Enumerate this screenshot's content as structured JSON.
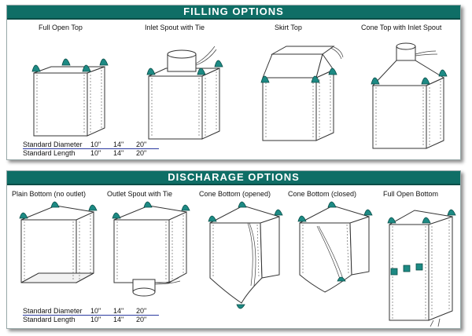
{
  "filling": {
    "title": "FILLING OPTIONS",
    "items": [
      {
        "label": "Full Open Top"
      },
      {
        "label": "Inlet Spout with Tie"
      },
      {
        "label": "Skirt Top"
      },
      {
        "label": "Cone Top with Inlet Spout"
      }
    ],
    "specs": {
      "diameter_label": "Standard Diameter",
      "diameter_values": [
        "10\"",
        "14\"",
        "20\""
      ],
      "length_label": "Standard Length",
      "length_values": [
        "10\"",
        "14\"",
        "20\""
      ]
    }
  },
  "discharge": {
    "title": "DISCHARAGE OPTIONS",
    "items": [
      {
        "label": "Plain Bottom (no outlet)"
      },
      {
        "label": "Outlet Spout with Tie"
      },
      {
        "label": "Cone Bottom (opened)"
      },
      {
        "label": "Cone Bottom (closed)"
      },
      {
        "label": "Full Open Bottom"
      }
    ],
    "specs": {
      "diameter_label": "Standard Diameter",
      "diameter_values": [
        "10\"",
        "14\"",
        "20\""
      ],
      "length_label": "Standard Length",
      "length_values": [
        "10\"",
        "14\"",
        "20\""
      ]
    }
  },
  "colors": {
    "banner": "#0f6e66",
    "loop": "#1d8a84"
  }
}
